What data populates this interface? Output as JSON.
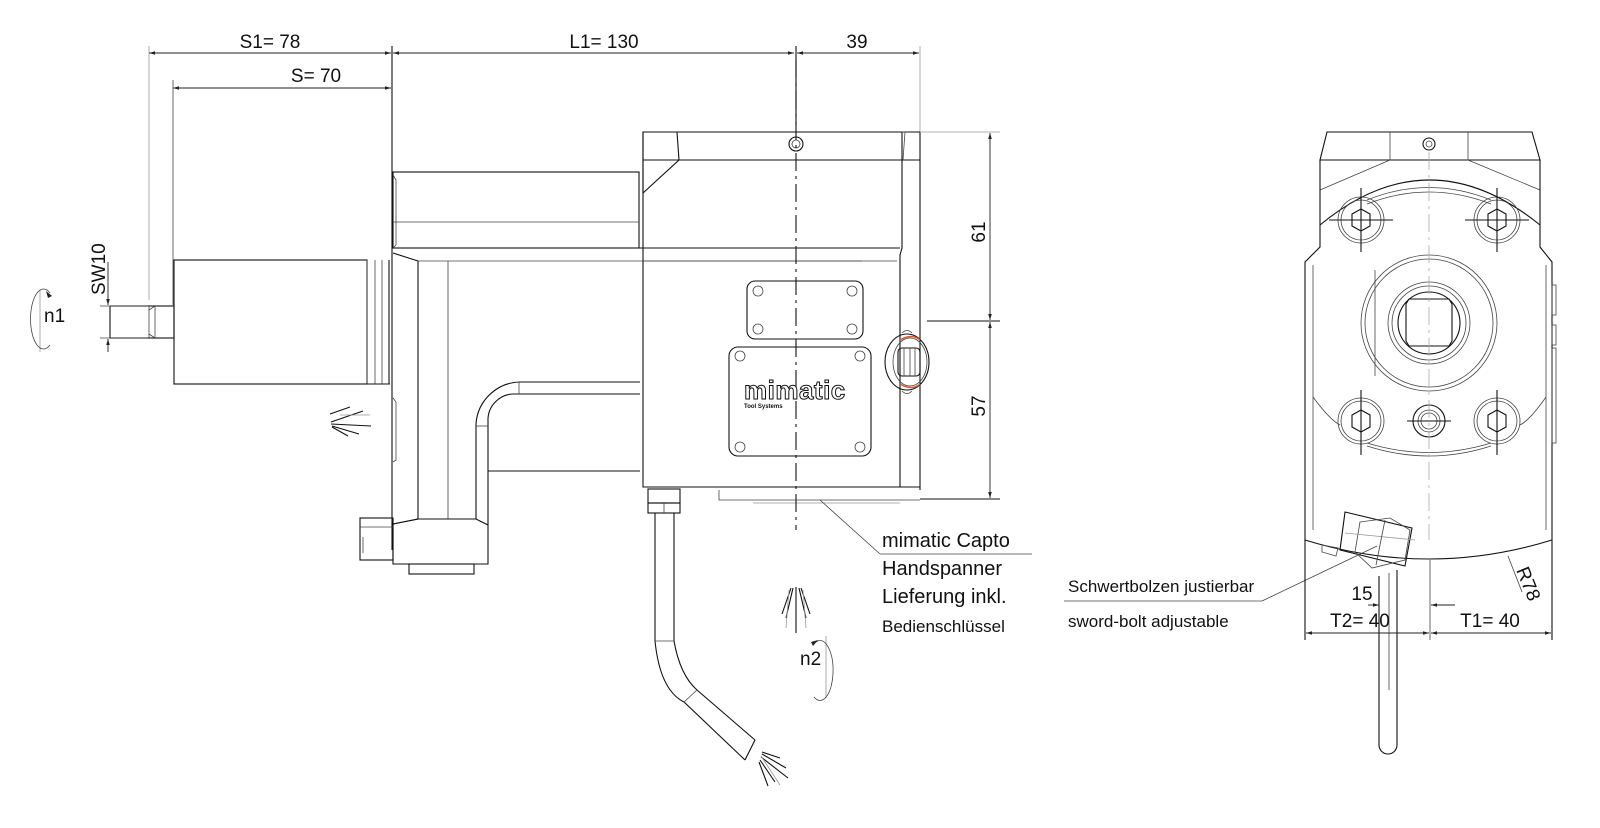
{
  "drawing": {
    "type": "technical-drawing",
    "brand_logo": "mimatic",
    "brand_tagline": "Tool Systems"
  },
  "dimensions": {
    "s1": "S1= 78",
    "s": "S= 70",
    "l1": "L1= 130",
    "offset_39": "39",
    "height_61": "61",
    "height_57": "57",
    "sw": "SW10",
    "offset_15": "15",
    "t2": "T2= 40",
    "t1": "T1= 40",
    "radius": "R78"
  },
  "rotation_labels": {
    "n1": "n1",
    "n2": "n2"
  },
  "notes": {
    "capto": [
      "mimatic Capto",
      "Handspanner",
      "Lieferung inkl.",
      "Bedienschlüssel"
    ],
    "swordbolt": [
      "Schwertbolzen justierbar",
      "sword-bolt adjustable"
    ]
  }
}
